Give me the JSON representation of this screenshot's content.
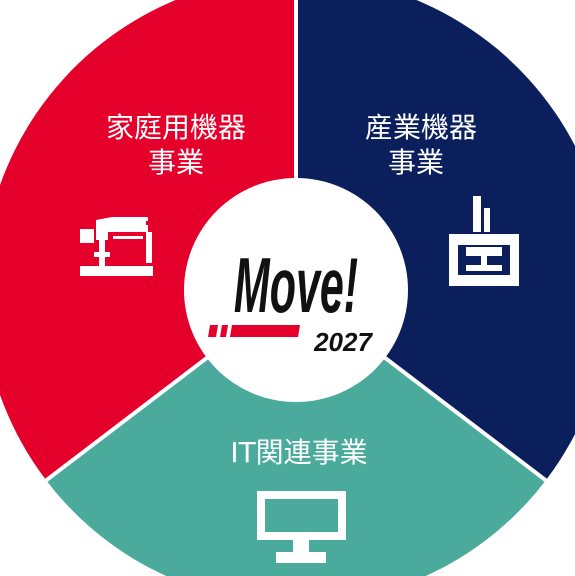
{
  "segments": [
    {
      "id": "home",
      "label_line1": "家庭用機器",
      "label_line2": "事業",
      "color": "#e4002b",
      "icon": "sewing-machine-icon"
    },
    {
      "id": "industrial",
      "label_line1": "産業機器",
      "label_line2": "事業",
      "color": "#0a1f5c",
      "icon": "industrial-robot-icon"
    },
    {
      "id": "it",
      "label_line1": "IT関連事業",
      "color": "#4aab9c",
      "icon": "computer-monitor-icon"
    }
  ],
  "logo": {
    "word": "Move!",
    "year": "2027",
    "text_color": "#111111",
    "accent_color": "#e4002b"
  }
}
